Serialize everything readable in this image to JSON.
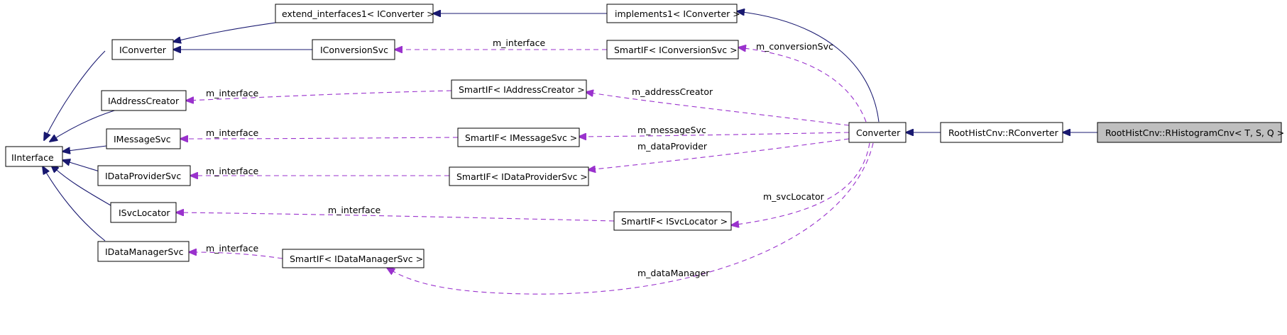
{
  "nodes": {
    "iinterface": "IInterface",
    "iconverter": "IConverter",
    "extend_interfaces": "extend_interfaces1< IConverter >",
    "implements": "implements1< IConverter >",
    "iconversionsvc": "IConversionSvc",
    "smartif_conversionsvc": "SmartIF< IConversionSvc >",
    "iaddresscreator": "IAddressCreator",
    "smartif_addresscreator": "SmartIF< IAddressCreator >",
    "imessagesvc": "IMessageSvc",
    "smartif_messagesvc": "SmartIF< IMessageSvc >",
    "idataprovidersvc": "IDataProviderSvc",
    "smartif_dataprovidersvc": "SmartIF< IDataProviderSvc >",
    "isvclocator": "ISvcLocator",
    "smartif_svclocator": "SmartIF< ISvcLocator >",
    "idatamanagersvc": "IDataManagerSvc",
    "smartif_datamanagersvc": "SmartIF< IDataManagerSvc >",
    "converter": "Converter",
    "rconverter": "RootHistCnv::RConverter",
    "rhistogramcnv": "RootHistCnv::RHistogramCnv< T, S, Q >"
  },
  "edge_labels": {
    "conv_interface": "m_interface",
    "conversionsvc": "m_conversionSvc",
    "addr_interface": "m_interface",
    "addresscreator": "m_addressCreator",
    "msg_interface": "m_interface",
    "messagesvc": "m_messageSvc",
    "dp_interface": "m_interface",
    "dataprovider": "m_dataProvider",
    "svc_interface": "m_interface",
    "svclocator": "m_svcLocator",
    "dm_interface": "m_interface",
    "datamanager": "m_dataManager"
  },
  "colors": {
    "inheritance": "#191970",
    "usage": "#9a32cd",
    "highlight_fill": "#bfbfbf"
  }
}
